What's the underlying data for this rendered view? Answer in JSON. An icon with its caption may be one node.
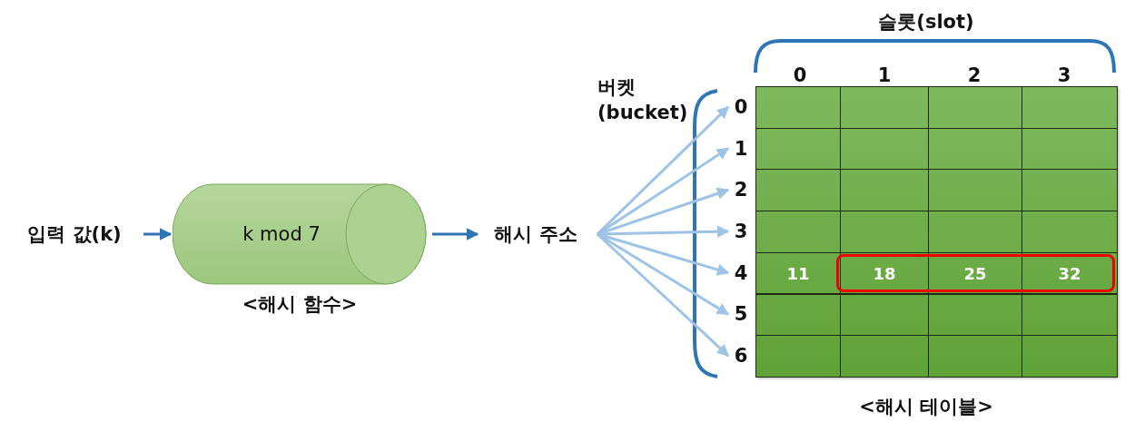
{
  "diagram": {
    "nodes": [
      {
        "text": [
          "입력 값(k)"
        ]
      },
      {
        "text": [
          "k mod 7"
        ],
        "beside": [
          "<해시 함수>"
        ]
      },
      {
        "text": [
          "해시 주소"
        ]
      },
      {
        "text": [
          "0"
        ]
      },
      {
        "text": [
          "1"
        ]
      },
      {
        "text": [
          "2"
        ]
      },
      {
        "text": [
          "3"
        ]
      },
      {
        "text": [
          "4"
        ]
      },
      {
        "text": [
          "5"
        ]
      },
      {
        "text": [
          "6"
        ]
      }
    ],
    "edges": [
      {
        "from": 0,
        "to": 1,
        "arrow": "to",
        "color": "#2e75b6"
      },
      {
        "from": 1,
        "to": 2,
        "arrow": "to",
        "color": "#2e75b6"
      },
      {
        "from": 2,
        "to": 3,
        "arrow": "to"
      },
      {
        "from": 2,
        "to": 4,
        "arrow": "to"
      },
      {
        "from": 2,
        "to": 5,
        "arrow": "to"
      },
      {
        "from": 2,
        "to": 6,
        "arrow": "to"
      },
      {
        "from": 2,
        "to": 7,
        "arrow": "to"
      },
      {
        "from": 2,
        "to": 8,
        "arrow": "to"
      },
      {
        "from": 2,
        "to": 9,
        "arrow": "to"
      }
    ],
    "labels": [
      "슬롯(slot)",
      "0",
      "1",
      "2",
      "3",
      "버켓 (bucket)",
      "11",
      "18",
      "25",
      "32",
      "<해시 테이블>"
    ]
  }
}
